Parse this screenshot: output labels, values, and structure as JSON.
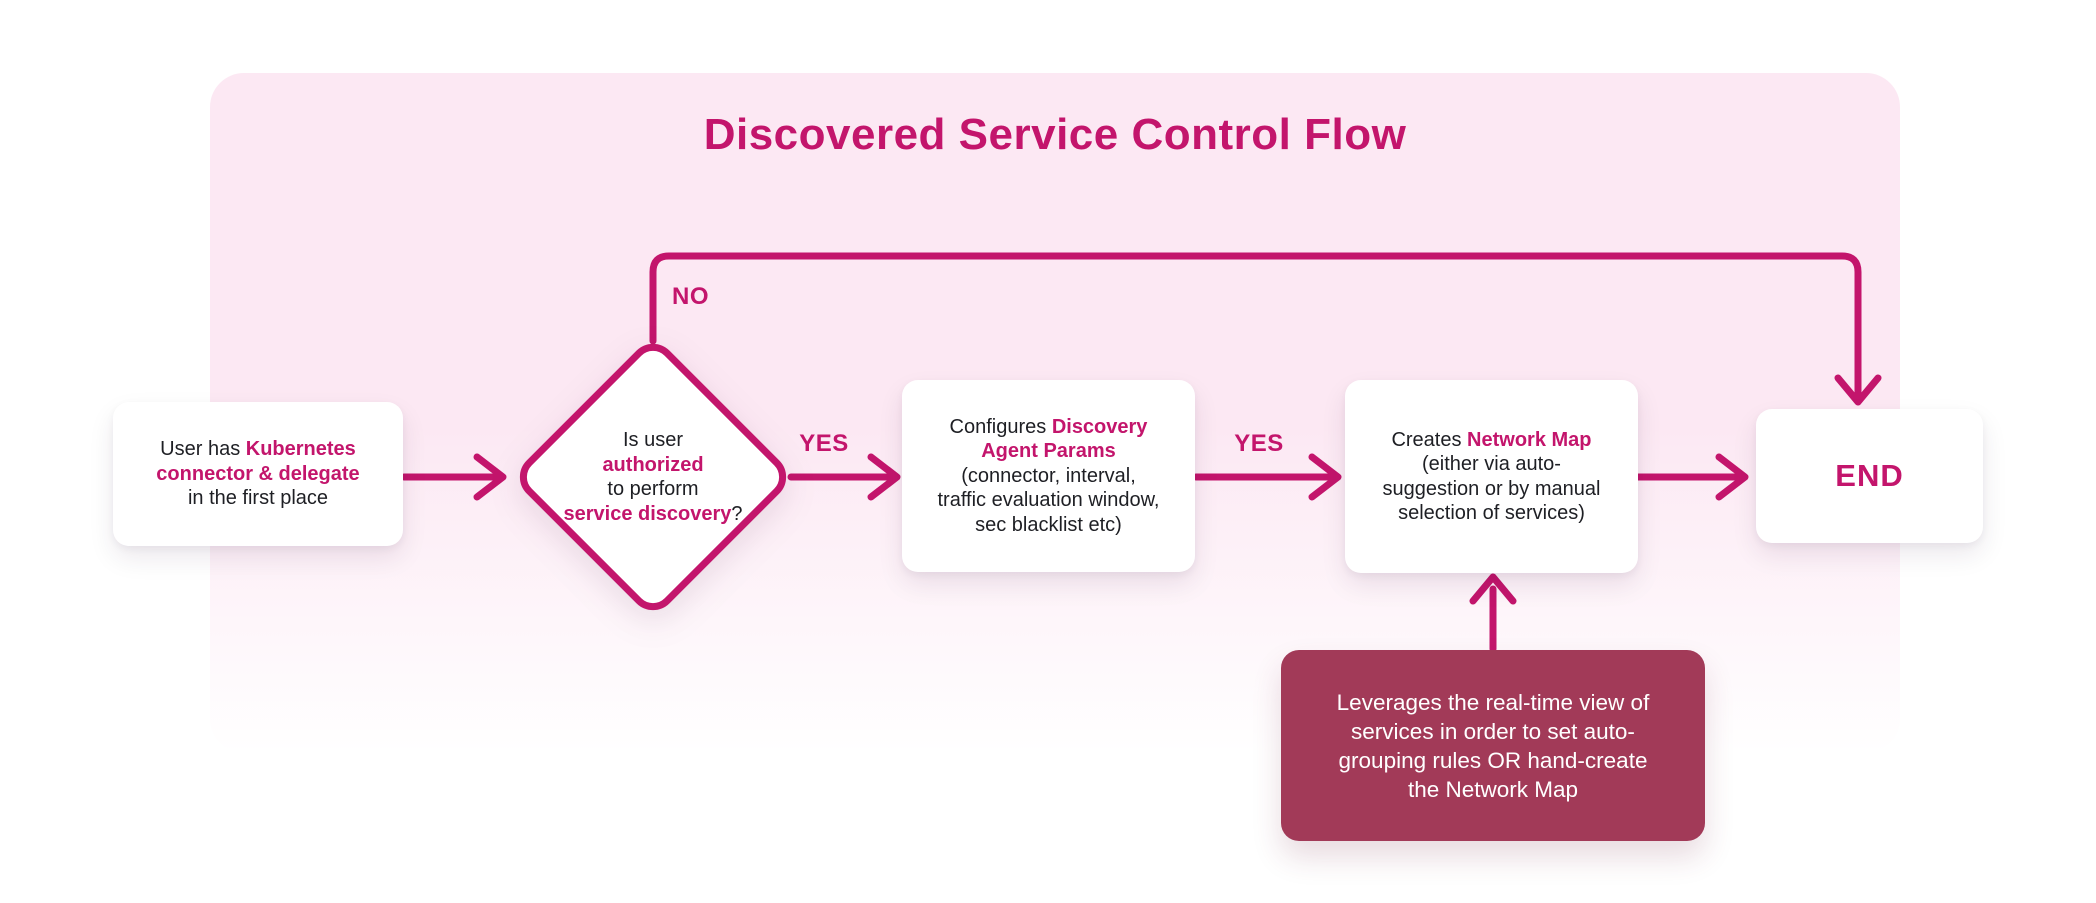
{
  "colors": {
    "accent": "#c3156c",
    "panel_bg": "#fce8f3",
    "annotation_bg": "#a23a58",
    "annotation_text": "#ffffff",
    "node_bg": "#ffffff",
    "text_dark": "#1e1f24",
    "page_bg": "#ffffff"
  },
  "title": "Discovered Service Control Flow",
  "flow": {
    "start": {
      "parts": [
        {
          "t": "User has "
        },
        {
          "t": "Kubernetes\nconnector & delegate",
          "accent": true
        },
        {
          "t": "\nin the first place"
        }
      ]
    },
    "decision": {
      "parts": [
        {
          "t": "Is user\n"
        },
        {
          "t": "authorized",
          "accent": true
        },
        {
          "t": "\nto perform\n"
        },
        {
          "t": "service discovery",
          "accent": true
        },
        {
          "t": "?"
        }
      ]
    },
    "configure": {
      "parts": [
        {
          "t": "Configures "
        },
        {
          "t": "Discovery\nAgent Params",
          "accent": true
        },
        {
          "t": "\n(connector, interval,\ntraffic evaluation window,\nsec blacklist etc)"
        }
      ]
    },
    "create_map": {
      "parts": [
        {
          "t": "Creates "
        },
        {
          "t": "Network Map",
          "accent": true
        },
        {
          "t": "\n(either via auto-\nsuggestion or by manual\nselection of services)"
        }
      ]
    },
    "end_label": "END",
    "edge_labels": {
      "no": "NO",
      "yes_decision_to_configure": "YES",
      "yes_configure_to_create": "YES"
    },
    "annotation": "Leverages the real-time view of\nservices in order to set auto-\ngrouping rules OR hand-create\nthe Network Map"
  }
}
